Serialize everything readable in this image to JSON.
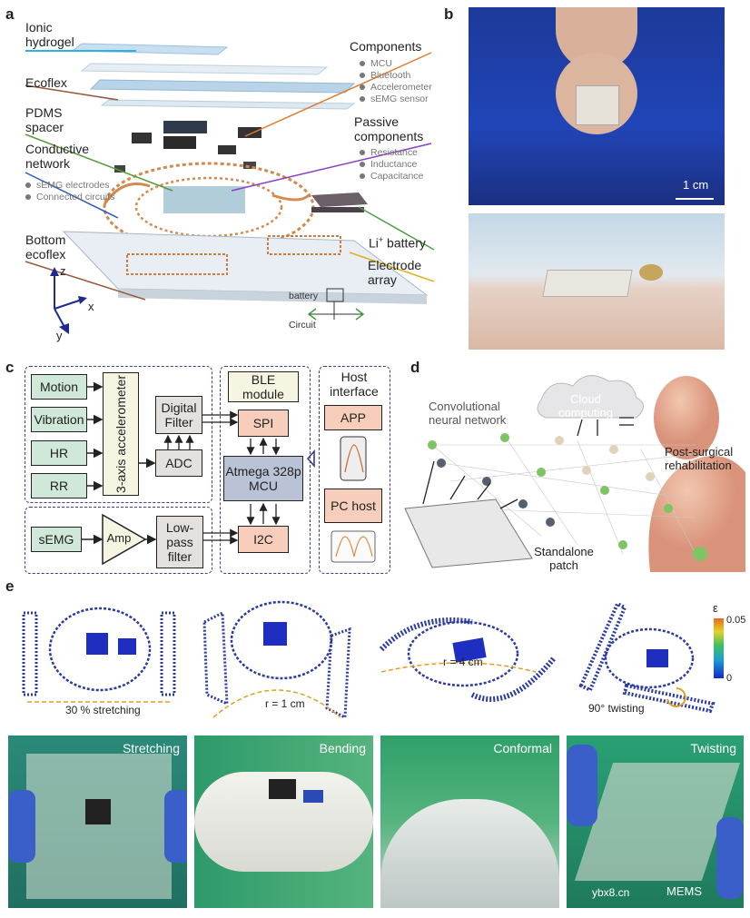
{
  "panels": {
    "a": "a",
    "b": "b",
    "c": "c",
    "d": "d",
    "e": "e"
  },
  "a": {
    "ionic": "Ionic hydrogel",
    "ecoflex": "Ecoflex",
    "pdms": "PDMS spacer",
    "conductive": "Conductive network",
    "conductive_items": [
      "sEMG electrodes",
      "Connected circuits"
    ],
    "bottom": "Bottom ecoflex",
    "components": "Components",
    "components_items": [
      "MCU",
      "Bluetooth",
      "Accelerometer",
      "sEMG sensor"
    ],
    "passive": "Passive components",
    "passive_items": [
      "Resistance",
      "Inductance",
      "Capacitance"
    ],
    "battery_pre": "Li",
    "battery_sup": "+",
    "battery_post": " battery",
    "electrode": "Electrode array",
    "axes": {
      "z": "z",
      "x": "x",
      "y": "y"
    },
    "inset": {
      "battery": "battery",
      "circuit": "Circuit"
    }
  },
  "b": {
    "scale": "1 cm"
  },
  "c": {
    "inputs": [
      "Motion",
      "Vibration",
      "HR",
      "RR"
    ],
    "accel": "3-axis accelerometer",
    "digital_filter": "Digital Filter",
    "adc": "ADC",
    "semg": "sEMG",
    "amp": "Amp",
    "lowpass": "Low-pass filter",
    "ble": "BLE module",
    "spi": "SPI",
    "mcu": "Atmega 328p MCU",
    "i2c": "I2C",
    "host": "Host interface",
    "app": "APP",
    "pc": "PC host"
  },
  "d": {
    "cnn": "Convolutional neural network",
    "cloud": "Cloud computing",
    "post": "Post-surgical rehabilitation",
    "patch": "Standalone patch"
  },
  "e": {
    "sims": [
      "30 % stretching",
      "r = 1 cm",
      "r = 4 cm",
      "90° twisting"
    ],
    "colorbar": {
      "symbol": "ε",
      "max": "0.05",
      "min": "0"
    },
    "photos": [
      "Stretching",
      "Bending",
      "Conformal",
      "Twisting"
    ],
    "watermark": "ybx8.cn",
    "watermark2": "MEMS"
  },
  "colors": {
    "block_green": "#cfe8d9",
    "block_grey": "#e3e0dd",
    "block_salmon": "#f7cdbb",
    "dashed": "#3a3d8f"
  }
}
